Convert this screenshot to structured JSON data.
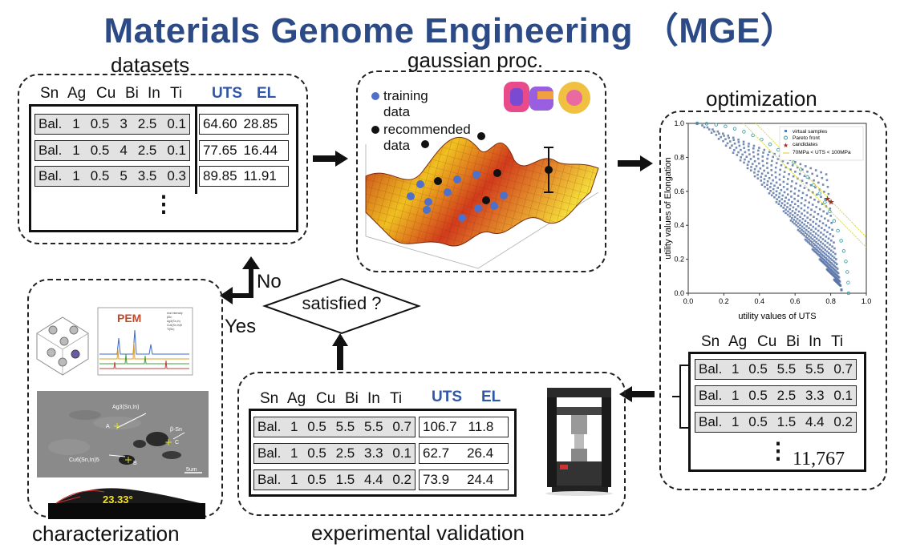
{
  "title": "Materials Genome Engineering （MGE）",
  "elements_header": [
    "Sn",
    "Ag",
    "Cu",
    "Bi",
    "In",
    "Ti"
  ],
  "props_header": [
    "UTS",
    "EL"
  ],
  "datasets": {
    "label": "datasets",
    "rows": [
      {
        "comp": [
          "Bal.",
          "1",
          "0.5",
          "3",
          "2.5",
          "0.1"
        ],
        "props": [
          "64.60",
          "28.85"
        ]
      },
      {
        "comp": [
          "Bal.",
          "1",
          "0.5",
          "4",
          "2.5",
          "0.1"
        ],
        "props": [
          "77.65",
          "16.44"
        ]
      },
      {
        "comp": [
          "Bal.",
          "1",
          "0.5",
          "5",
          "3.5",
          "0.3"
        ],
        "props": [
          "89.85",
          "11.91"
        ]
      }
    ],
    "ellipsis": "⋮"
  },
  "gaussian": {
    "label": "gaussian proc.",
    "legend_training_1": "training",
    "legend_training_2": "data",
    "legend_recommended_1": "recommended",
    "legend_recommended_2": "data",
    "colors": {
      "training": "#4f70c8",
      "recommended": "#111111"
    }
  },
  "optimization": {
    "label": "optimization",
    "chart_data": {
      "type": "scatter",
      "xlabel": "utility values of UTS",
      "ylabel": "utility values of Elongation",
      "xlim": [
        0,
        1.0
      ],
      "ylim": [
        0,
        1.0
      ],
      "xticks": [
        "0.0",
        "0.2",
        "0.4",
        "0.6",
        "0.8",
        "1.0"
      ],
      "yticks": [
        "0.0",
        "0.2",
        "0.4",
        "0.6",
        "0.8",
        "1.0"
      ],
      "legend": [
        "virtual samples",
        "Pareto front",
        "candidates",
        "70MPa < UTS < 100MPa"
      ],
      "legend_placement": "top-right",
      "candidates": [
        {
          "x": 0.78,
          "y": 0.56
        },
        {
          "x": 0.8,
          "y": 0.54
        }
      ],
      "constraint_lines": [
        {
          "x0": 0.31,
          "y0": 1.0,
          "x1": 1.0,
          "y1": 0.27
        },
        {
          "x0": 0.38,
          "y0": 1.0,
          "x1": 1.0,
          "y1": 0.33
        }
      ]
    },
    "rows": [
      [
        "Bal.",
        "1",
        "0.5",
        "5.5",
        "5.5",
        "0.7"
      ],
      [
        "Bal.",
        "1",
        "0.5",
        "2.5",
        "3.3",
        "0.1"
      ],
      [
        "Bal.",
        "1",
        "0.5",
        "1.5",
        "4.4",
        "0.2"
      ]
    ],
    "ellipsis": "⋮",
    "count": "11,767"
  },
  "decision": {
    "question": "satisfied ?",
    "no": "No",
    "yes": "Yes"
  },
  "validation": {
    "label": "experimental validation",
    "rows": [
      {
        "comp": [
          "Bal.",
          "1",
          "0.5",
          "5.5",
          "5.5",
          "0.7"
        ],
        "props": [
          "106.7",
          "11.8"
        ]
      },
      {
        "comp": [
          "Bal.",
          "1",
          "0.5",
          "2.5",
          "3.3",
          "0.1"
        ],
        "props": [
          "62.7",
          "26.4"
        ]
      },
      {
        "comp": [
          "Bal.",
          "1",
          "0.5",
          "1.5",
          "4.4",
          "0.2"
        ],
        "props": [
          "73.9",
          "24.4"
        ]
      }
    ]
  },
  "characterization": {
    "label": "characterization",
    "xrd_logo": "PEM",
    "xrd_legend": [
      "real intensity",
      "βSn",
      "Ag3(Sn,In)",
      "Cu6(Sn,In)5",
      "Ti(Sn)"
    ],
    "sem_labels": [
      "Ag3(Sn,In)",
      "A",
      "β-Sn",
      "C",
      "Cu6(Sn,In)5",
      "B",
      "5um"
    ],
    "contact_angle": "23.33°"
  }
}
